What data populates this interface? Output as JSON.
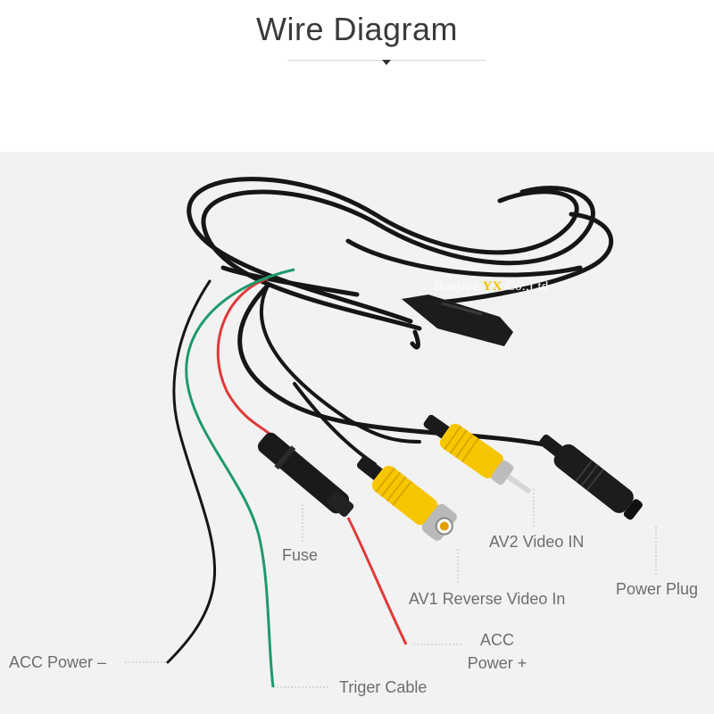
{
  "header": {
    "title": "Wire Diagram"
  },
  "watermark": {
    "before": "Bonjore ",
    "mark": "YX",
    "after": " Co.,Ltd"
  },
  "labels": {
    "fuse": "Fuse",
    "av2": "AV2 Video IN",
    "av1": "AV1 Reverse Video In",
    "power_plug": "Power Plug",
    "acc_power_minus": "ACC Power –",
    "acc_power_plus_line1": "ACC",
    "acc_power_plus_line2": "Power +",
    "triger_cable": "Triger Cable"
  },
  "colors": {
    "cable_black": "#161616",
    "wire_red": "#e03a3a",
    "wire_green": "#1e9a6a",
    "rca_yellow": "#f6c600",
    "background_panel": "#f2f2f2",
    "label_text": "#6d6d6d"
  }
}
